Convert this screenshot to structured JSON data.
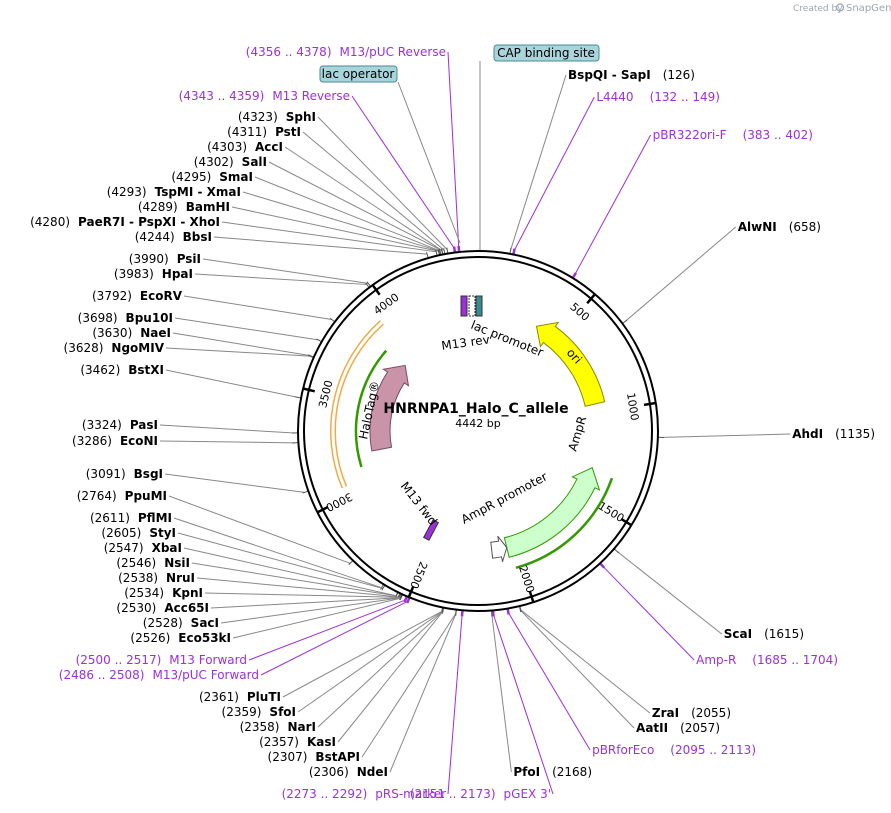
{
  "credit": {
    "prefix": "Created by",
    "brand": "SnapGene"
  },
  "plasmid": {
    "name": "HNRNPA1_Halo_C_allele",
    "size_label": "4442 bp",
    "size_bp": 4442
  },
  "scale_ticks": [
    "500",
    "1000",
    "1500",
    "2000",
    "2500",
    "3000",
    "3500",
    "4000"
  ],
  "features": {
    "ori": "ori",
    "ampr": "AmpR",
    "ampr_promoter": "AmpR promoter",
    "halotag": "HaloTag®",
    "lac_promoter": "lac promoter",
    "m13_rev": "M13 rev",
    "m13_fwd": "M13 fwd"
  },
  "boxed_labels": {
    "lac_operator": "lac operator",
    "cap_site": "CAP binding site"
  },
  "site_labels": [
    {
      "kind": "primer",
      "pos": "(4356 .. 4378)",
      "name": "M13/pUC Reverse"
    },
    {
      "kind": "primer",
      "pos": "(4343 .. 4359)",
      "name": "M13 Reverse"
    },
    {
      "kind": "enzyme",
      "pos": "(4323)",
      "name": "SphI"
    },
    {
      "kind": "enzyme",
      "pos": "(4311)",
      "name": "PstI"
    },
    {
      "kind": "enzyme",
      "pos": "(4303)",
      "name": "AccI"
    },
    {
      "kind": "enzyme",
      "pos": "(4302)",
      "name": "SalI"
    },
    {
      "kind": "enzyme",
      "pos": "(4295)",
      "name": "SmaI"
    },
    {
      "kind": "enzyme",
      "pos": "(4293)",
      "name": "TspMI  - XmaI"
    },
    {
      "kind": "enzyme",
      "pos": "(4289)",
      "name": "BamHI"
    },
    {
      "kind": "enzyme",
      "pos": "(4280)",
      "name": "PaeR7I  - PspXI  - XhoI"
    },
    {
      "kind": "enzyme",
      "pos": "(4244)",
      "name": "BbsI"
    },
    {
      "kind": "enzyme",
      "pos": "(3990)",
      "name": "PsiI"
    },
    {
      "kind": "enzyme",
      "pos": "(3983)",
      "name": "HpaI"
    },
    {
      "kind": "enzyme",
      "pos": "(3792)",
      "name": "EcoRV"
    },
    {
      "kind": "enzyme",
      "pos": "(3698)",
      "name": "Bpu10I"
    },
    {
      "kind": "enzyme",
      "pos": "(3630)",
      "name": "NaeI"
    },
    {
      "kind": "enzyme",
      "pos": "(3628)",
      "name": "NgoMIV"
    },
    {
      "kind": "enzyme",
      "pos": "(3462)",
      "name": "BstXI"
    },
    {
      "kind": "enzyme",
      "pos": "(3324)",
      "name": "PasI"
    },
    {
      "kind": "enzyme",
      "pos": "(3286)",
      "name": "EcoNI"
    },
    {
      "kind": "enzyme",
      "pos": "(3091)",
      "name": "BsgI"
    },
    {
      "kind": "enzyme",
      "pos": "(2764)",
      "name": "PpuMI"
    },
    {
      "kind": "enzyme",
      "pos": "(2611)",
      "name": "PflMI"
    },
    {
      "kind": "enzyme",
      "pos": "(2605)",
      "name": "StyI"
    },
    {
      "kind": "enzyme",
      "pos": "(2547)",
      "name": "XbaI"
    },
    {
      "kind": "enzyme",
      "pos": "(2546)",
      "name": "NsiI"
    },
    {
      "kind": "enzyme",
      "pos": "(2538)",
      "name": "NruI"
    },
    {
      "kind": "enzyme",
      "pos": "(2534)",
      "name": "KpnI"
    },
    {
      "kind": "enzyme",
      "pos": "(2530)",
      "name": "Acc65I"
    },
    {
      "kind": "enzyme",
      "pos": "(2528)",
      "name": "SacI"
    },
    {
      "kind": "enzyme",
      "pos": "(2526)",
      "name": "Eco53kI"
    },
    {
      "kind": "primer",
      "pos": "(2500 .. 2517)",
      "name": "M13 Forward"
    },
    {
      "kind": "primer",
      "pos": "(2486 .. 2508)",
      "name": "M13/pUC Forward"
    },
    {
      "kind": "enzyme",
      "pos": "(2361)",
      "name": "PluTI"
    },
    {
      "kind": "enzyme",
      "pos": "(2359)",
      "name": "SfoI"
    },
    {
      "kind": "enzyme",
      "pos": "(2358)",
      "name": "NarI"
    },
    {
      "kind": "enzyme",
      "pos": "(2357)",
      "name": "KasI"
    },
    {
      "kind": "enzyme",
      "pos": "(2307)",
      "name": "BstAPI"
    },
    {
      "kind": "enzyme",
      "pos": "(2306)",
      "name": "NdeI"
    },
    {
      "kind": "primer",
      "pos": "(2273 .. 2292)",
      "name": "pRS-marker"
    },
    {
      "kind": "primer",
      "pos": "(2151 .. 2173)",
      "name": "pGEX 3'"
    },
    {
      "kind": "enzyme",
      "pos": "(2168)",
      "name": "PfoI"
    },
    {
      "kind": "primer",
      "pos": "(2095 .. 2113)",
      "name": "pBRforEco"
    },
    {
      "kind": "enzyme",
      "pos": "(2057)",
      "name": "AatII"
    },
    {
      "kind": "enzyme",
      "pos": "(2055)",
      "name": "ZraI"
    },
    {
      "kind": "primer",
      "pos": "(1685 .. 1704)",
      "name": "Amp-R"
    },
    {
      "kind": "enzyme",
      "pos": "(1615)",
      "name": "ScaI"
    },
    {
      "kind": "enzyme",
      "pos": "(1135)",
      "name": "AhdI"
    },
    {
      "kind": "enzyme",
      "pos": "(658)",
      "name": "AlwNI"
    },
    {
      "kind": "primer",
      "pos": "(383 .. 402)",
      "name": "pBR322ori-F"
    },
    {
      "kind": "primer",
      "pos": "(132 .. 149)",
      "name": "L4440"
    },
    {
      "kind": "enzyme",
      "pos": "(126)",
      "name": "BspQI  - SapI"
    }
  ],
  "colors": {
    "primer": "#9b30d9",
    "ori": "#ffff00",
    "ampr": "#ccffcc",
    "halotag": "#c993a8",
    "halotag_orf": "#f0a030",
    "orf": "#339900",
    "boxed_label_bg": "#a8d4dc"
  }
}
